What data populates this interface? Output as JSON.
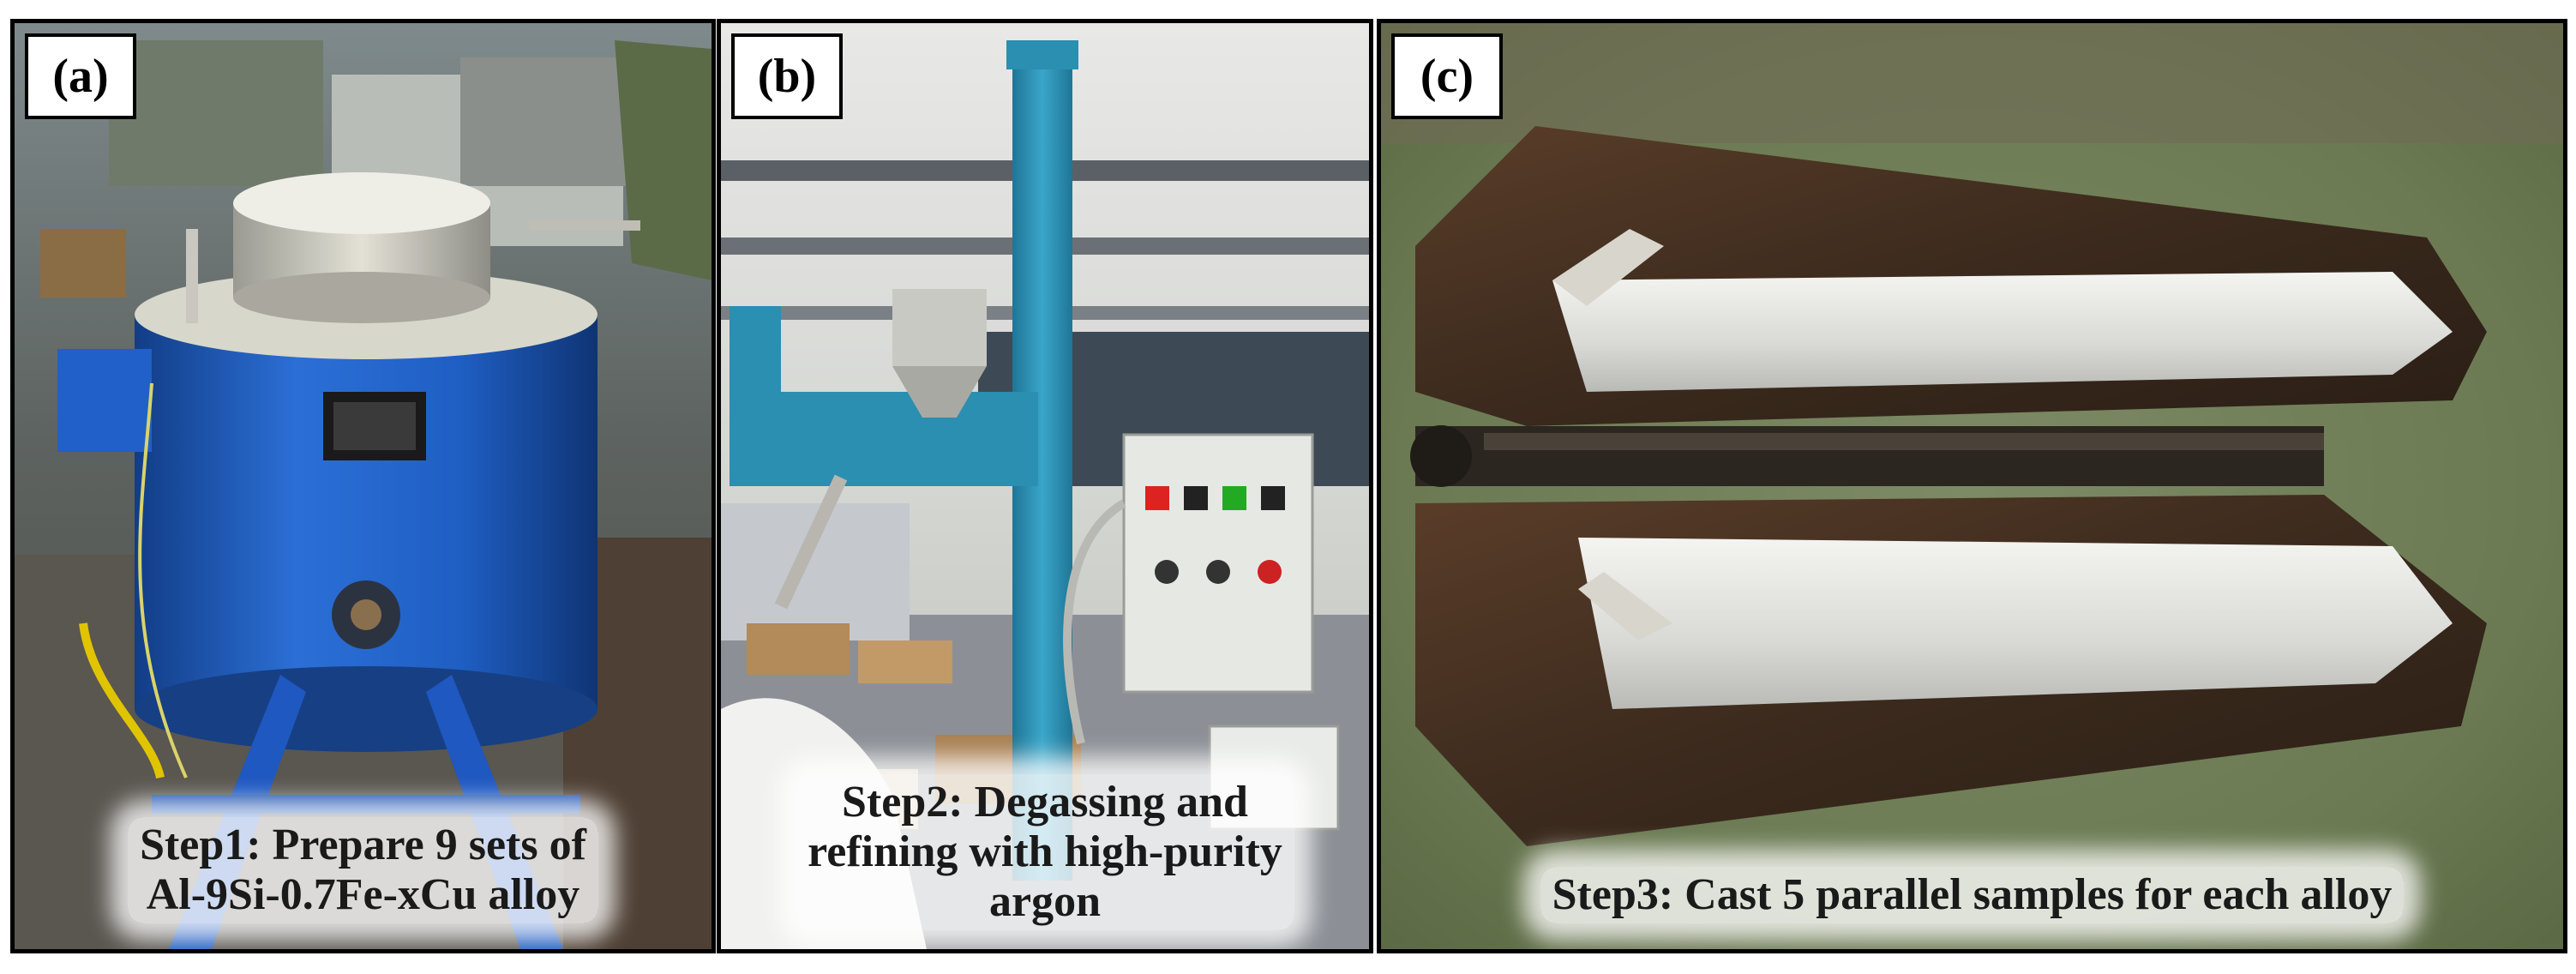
{
  "panels": [
    {
      "label": "(a)",
      "caption_lines": [
        "Step1: Prepare 9 sets of",
        "Al-9Si-0.7Fe-xCu alloy"
      ]
    },
    {
      "label": "(b)",
      "caption_lines": [
        "Step2: Degassing and",
        "refining with high-purity",
        "argon"
      ]
    },
    {
      "label": "(c)",
      "caption_lines": [
        "Step3: Cast 5 parallel samples for each alloy"
      ]
    }
  ],
  "colors": {
    "furnace_blue": "#1f5fc4",
    "machine_teal": "#2a8fb0",
    "mold_rust": "#4a3424",
    "grass": "#6d7c55"
  },
  "icons": {
    "furnace": "melting-furnace-illustration",
    "degassing_machine": "rotary-degassing-machine-illustration",
    "mold": "open-permanent-mold-illustration"
  }
}
